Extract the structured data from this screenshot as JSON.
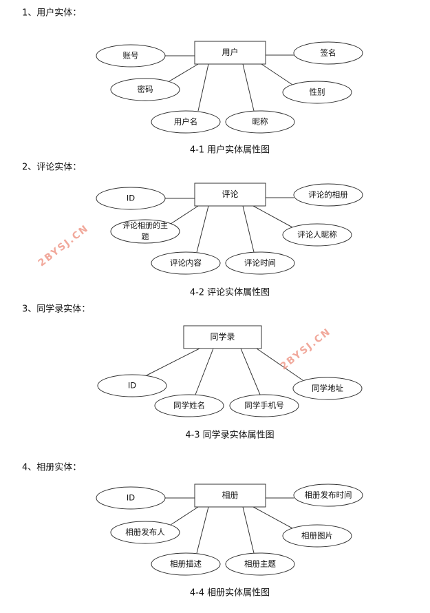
{
  "sections": [
    {
      "heading": "1、用户实体：",
      "caption": "4-1 用户实体属性图",
      "entity": "用户",
      "attributes": [
        "账号",
        "密码",
        "用户名",
        "昵称",
        "性别",
        "签名"
      ]
    },
    {
      "heading": "2、评论实体：",
      "caption": "4-2 评论实体属性图",
      "entity": "评论",
      "attributes": [
        "ID",
        "评论相册的主",
        "题",
        "评论内容",
        "评论时间",
        "评论人昵称",
        "评论的相册"
      ]
    },
    {
      "heading": "3、同学录实体：",
      "caption": "4-3 同学录实体属性图",
      "entity": "同学录",
      "attributes": [
        "ID",
        "同学姓名",
        "同学手机号",
        "同学地址"
      ]
    },
    {
      "heading": "4、相册实体：",
      "caption": "4-4 相册实体属性图",
      "entity": "相册",
      "attributes": [
        "ID",
        "相册发布人",
        "相册描述",
        "相册主题",
        "相册图片",
        "相册发布时间"
      ]
    }
  ],
  "watermark": "2BYSJ.CN",
  "colors": {
    "stroke": "#333333",
    "fill": "#ffffff",
    "watermark": "#ef9a8a"
  }
}
